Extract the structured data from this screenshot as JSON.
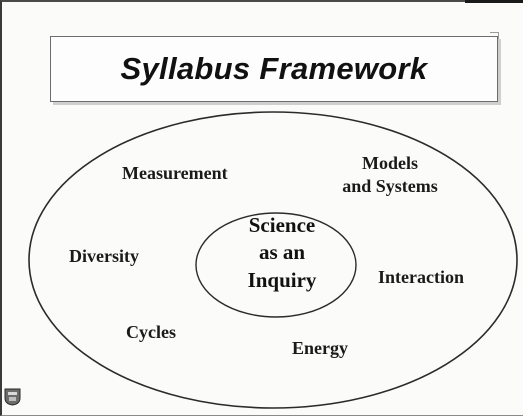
{
  "title": "Syllabus Framework",
  "center": {
    "lines": [
      "Science",
      "as an",
      "Inquiry"
    ]
  },
  "themes": {
    "measurement": "Measurement",
    "models_and_systems": [
      "Models",
      "and Systems"
    ],
    "diversity": "Diversity",
    "interaction": "Interaction",
    "cycles": "Cycles",
    "energy": "Energy"
  },
  "colors": {
    "outline": "#2b2b2b",
    "text": "#1a1a1a",
    "background": "#fbfbfa"
  },
  "icons": {
    "logo": "school-crest-icon"
  }
}
